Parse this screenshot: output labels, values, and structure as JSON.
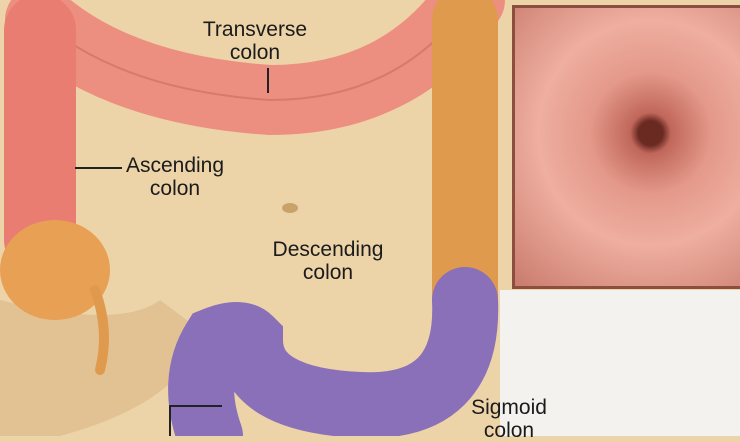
{
  "labels": {
    "transverse": "Transverse\ncolon",
    "ascending": "Ascending\ncolon",
    "descending": "Descending\ncolon",
    "sigmoid": "Sigmoid\ncolon"
  },
  "colors": {
    "background": "#ecd3a8",
    "transverse": "#ec8f80",
    "ascending": "#e97d72",
    "descending": "#e09a4e",
    "sigmoid": "#8a70b8",
    "cecum": "#e8a055"
  }
}
